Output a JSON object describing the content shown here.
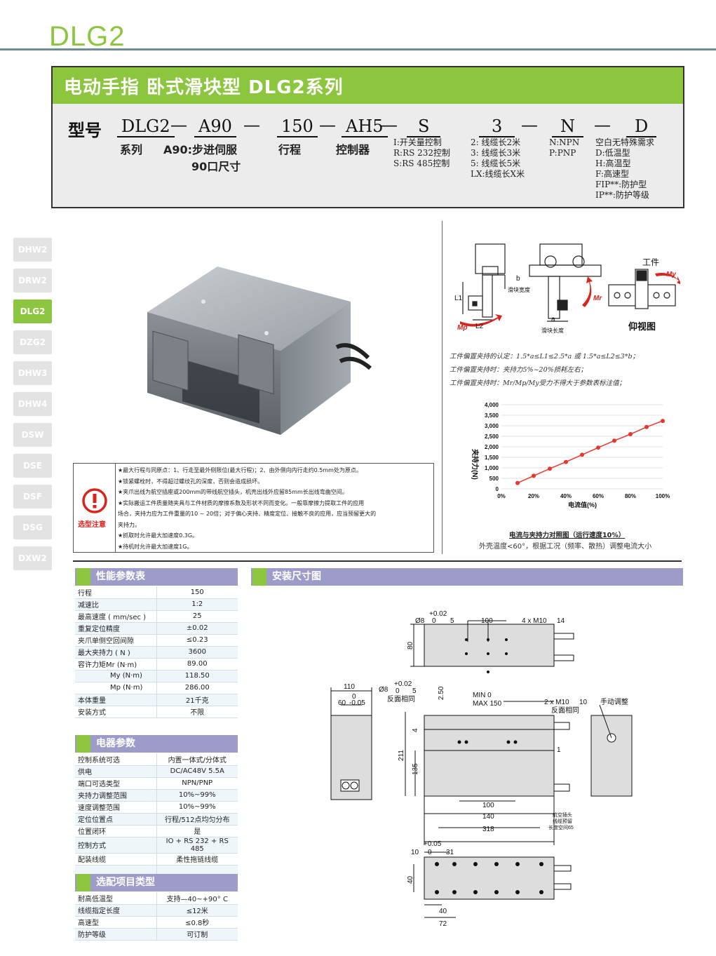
{
  "page": {
    "title": "DLG2"
  },
  "header": {
    "title": "电动手指  卧式滑块型  DLG2系列"
  },
  "model": {
    "label": "型号",
    "segments": [
      "DLG2",
      "A90",
      "150",
      "AH5",
      "S",
      "3",
      "N",
      "D"
    ],
    "dash": "—",
    "desc_series": "系列",
    "desc_a90_1": "A90:步进伺服",
    "desc_a90_2": "90口尺寸",
    "desc_stroke": "行程",
    "desc_controller": "控制器",
    "control_opts": [
      "I:开关量控制",
      "R:RS 232控制",
      "S:RS 485控制"
    ],
    "cable_opts": [
      "2: 线缆长2米",
      "3: 线缆长3米",
      "5: 线缆长5米",
      "LX:线缆长X米"
    ],
    "npn_opts": [
      "N:NPN",
      "P:PNP"
    ],
    "special_opts": [
      "空白无特殊需求",
      "D:低温型",
      "H:高温型",
      "F:高速型",
      "FIP**:防护型",
      "IP**:防护等级"
    ]
  },
  "sidebar": {
    "tabs": [
      "DHW2",
      "DRW2",
      "DLG2",
      "DZG2",
      "DHW3",
      "DHW4",
      "DSW",
      "DSE",
      "DSF",
      "DSG",
      "DXW2"
    ],
    "active": "DLG2"
  },
  "notice": {
    "label": "选型注意",
    "lines": [
      "★最大行程与同原点：1、行走至最外侧限位(最大行程)；2、由外侧向内行走约0.5mm处为原点。",
      "★锁紧螺栓时，不得超过螺纹孔的深度，否则会造成损坏。",
      "★夹爪出线为航空插座或200mm的带线航空插头，机壳出线外应留85mm长出线弯曲空间。",
      "★实际搬运工件质量随夹具与工件材质的摩擦系数及形状不同而变化。一般靠摩擦力提取工件的应用",
      "场合，夹持力应为工件重量的10 ~ 20倍；对于偏心夹持、精度定位、接触不良的应用，应当预留更大的",
      "夹持力。",
      "★抓取时允许最大加速度0.3G。",
      "★待机时允许最大加速度1G。"
    ]
  },
  "offset_diagram": {
    "labels": {
      "L1": "L1",
      "L2": "L2",
      "b": "b",
      "a": "a",
      "mp": "Mp",
      "mr": "Mr",
      "my": "My",
      "slider_width": "滑块宽度",
      "slider_length": "滑块长度",
      "workpiece": "工件",
      "bottom_view": "仰视图"
    },
    "notes": [
      "工件偏置夹持的认定：1.5*a≤L1≤2.5*a 或 1.5*a≤L2≤3*b；",
      "工件偏置夹持时：夹持力5%~20%损耗左右；",
      "工件偏置夹持时：Mr/Mp/My受力不得大于参数表标注值；"
    ]
  },
  "chart_data": {
    "type": "line",
    "title": "电流与夹持力对照图（运行速度10%）",
    "subtitle": "外壳温度<60°，根据工况（频率、散热）调整电流大小",
    "xlabel": "电流值(%)",
    "ylabel": "夹持力(N)",
    "x_ticks": [
      "0%",
      "20%",
      "40%",
      "60%",
      "80%",
      "100%"
    ],
    "y_ticks": [
      "0",
      "500",
      "1,000",
      "1,500",
      "2,000",
      "2,500",
      "3,000",
      "3,500",
      "4,000"
    ],
    "xlim": [
      0,
      100
    ],
    "ylim": [
      0,
      4000
    ],
    "grid": true,
    "color": "#e8372d",
    "series": [
      {
        "x": [
          10,
          20,
          30,
          40,
          50,
          60,
          70,
          80,
          90,
          100
        ],
        "y": [
          280,
          620,
          960,
          1280,
          1620,
          1960,
          2290,
          2600,
          2940,
          3230
        ]
      }
    ]
  },
  "performance": {
    "title": "性能参数表",
    "rows": [
      [
        "行程",
        "150"
      ],
      [
        "减速比",
        "1:2"
      ],
      [
        "最高速度 ( mm/sec )",
        "25"
      ],
      [
        "重复定位精度",
        "±0.02"
      ],
      [
        "夹爪单侧空回间隙",
        "≤0.23"
      ],
      [
        "最大夹持力 ( N )",
        "3600"
      ],
      [
        "容许力矩Mr (N·m)",
        "89.00"
      ],
      [
        "My (N·m)",
        "118.50"
      ],
      [
        "Mp (N·m)",
        "286.00"
      ],
      [
        "本体重量",
        "21千克"
      ],
      [
        "安装方式",
        "不限"
      ]
    ]
  },
  "electrical": {
    "title": "电器参数",
    "rows": [
      [
        "控制系统可选",
        "内置一体式/分体式"
      ],
      [
        "供电",
        "DC/AC48V  5.5A"
      ],
      [
        "端口可选类型",
        "NPN/PNP"
      ],
      [
        "夹持力调整范围",
        "10%~99%"
      ],
      [
        "速度调整范围",
        "10%~99%"
      ],
      [
        "定位位置点",
        "行程/512点均匀分布"
      ],
      [
        "位置闭环",
        "是"
      ],
      [
        "控制方式",
        "IO + RS 232 + RS 485"
      ],
      [
        "配装线缆",
        "柔性拖链线缆"
      ],
      [
        "",
        ""
      ]
    ]
  },
  "options": {
    "title": "选配项目类型",
    "rows": [
      [
        "耐高低温型",
        "支持—40~+90° C"
      ],
      [
        "线缆指定长度",
        "≤12米"
      ],
      [
        "高速型",
        "≤0.8秒"
      ],
      [
        "防护等级",
        "可订制"
      ]
    ]
  },
  "install": {
    "title": "安装尺寸图",
    "top": {
      "phi8": "Ø8",
      "tol_up": "+0.02",
      "tol_lo": "0",
      "depth5": "5",
      "d100": "100",
      "m10x4": "4 x M10",
      "depth14": "14",
      "h80": "80"
    },
    "front": {
      "phi8": "Ø8",
      "tol_up": "+0.02",
      "tol_lo": "0",
      "depth5": "5",
      "same_back": "反面相同",
      "d250": "2.50",
      "min": "MIN  0",
      "max": "MAX 150",
      "m10x2": "2 x M10",
      "depth10": "10",
      "same_back2": "反面相同",
      "h211": "211",
      "h135": "135",
      "d4": "4",
      "d1": "1",
      "d100": "100",
      "d140": "140",
      "d318": "318",
      "cable_note_1": "航空插头",
      "cable_note_2": "线缆预留",
      "cable_note_3": "长度空间65"
    },
    "side": {
      "w110": "110",
      "tol_up": "0",
      "w60": "60",
      "tol_lo": "-0.05"
    },
    "manual": {
      "label": "手动调整"
    },
    "bottom": {
      "d10": "10",
      "tol_up": "+0.05",
      "tol_lo": "0",
      "d31": "31",
      "h40": "40",
      "d40": "40",
      "d72": "72"
    }
  }
}
